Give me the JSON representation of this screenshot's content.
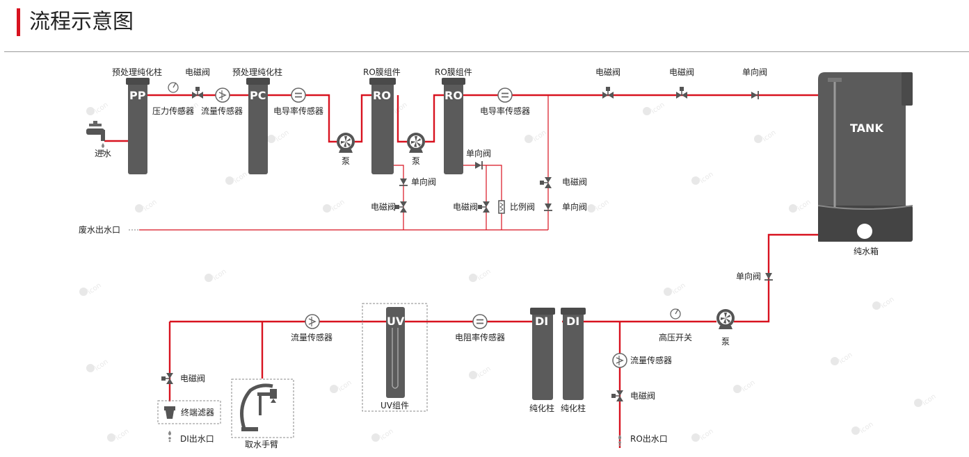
{
  "header": {
    "title": "流程示意图"
  },
  "colors": {
    "pipe": "#d8121f",
    "drain": "#d8121f",
    "device": "#555555",
    "accent": "#d8121f"
  },
  "labels": {
    "inlet": "进水",
    "pp_top": "预处理纯化柱",
    "pp_letters": "PP",
    "valve1_top": "电磁阀",
    "pressure_sensor": "压力传感器",
    "flow_sensor_1": "流量传感器",
    "pc_top": "预处理纯化柱",
    "pc_letters": "PC",
    "cond_sensor_1": "电导率传感器",
    "pump_1": "泵",
    "ro1_top": "RO膜组件",
    "ro_letters": "RO",
    "pump_2": "泵",
    "ro2_top": "RO膜组件",
    "cond_sensor_2": "电导率传感器",
    "check_ro1": "单向阀",
    "valve_ro1": "电磁阀",
    "check_ro2": "单向阀",
    "valve_ro2": "电磁阀",
    "ratio_valve": "比例阀",
    "valve_right": "电磁阀",
    "check_right": "单向阀",
    "waste_outlet": "废水出水口",
    "valve_top_1": "电磁阀",
    "valve_top_2": "电磁阀",
    "check_top": "单向阀",
    "tank_text": "TANK",
    "tank_label": "纯水箱",
    "check_down": "单向阀",
    "hp_switch": "高压开关",
    "pump_3": "泵",
    "di1_letters": "DI",
    "di2_letters": "DI",
    "di1_label": "纯化柱",
    "di2_label": "纯化柱",
    "resist_sensor": "电阻率传感器",
    "uv_letters": "UV",
    "uv_label": "UV组件",
    "flow_sensor_2": "流量传感器",
    "flow_sensor_3": "流量传感器",
    "valve_ro_out": "电磁阀",
    "ro_outlet": "RO出水口",
    "valve_di": "电磁阀",
    "terminal_filter": "终端滤器",
    "di_outlet": "DI出水口",
    "arm": "取水手臂"
  }
}
